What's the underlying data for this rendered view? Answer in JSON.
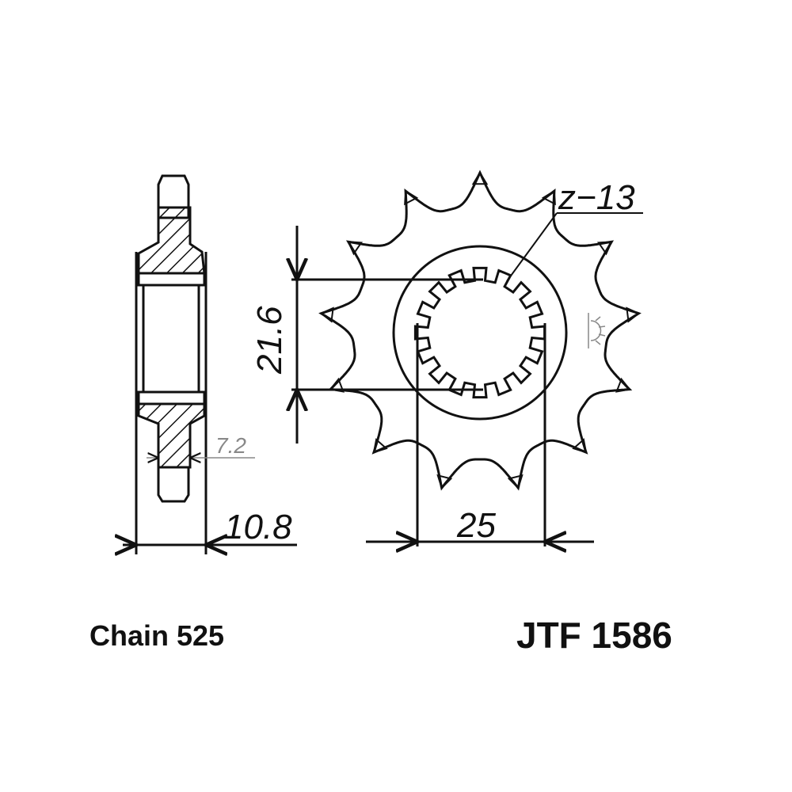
{
  "drawing": {
    "teeth_label": "z−13",
    "teeth_count": 13,
    "spline_count": 16,
    "dim_inner_diameter": "21.6",
    "dim_tooth_width": "7.2",
    "dim_hub_width": "10.8",
    "dim_spline_width": "25"
  },
  "footer": {
    "chain_label": "Chain 525",
    "part_number": "JTF 1586"
  }
}
